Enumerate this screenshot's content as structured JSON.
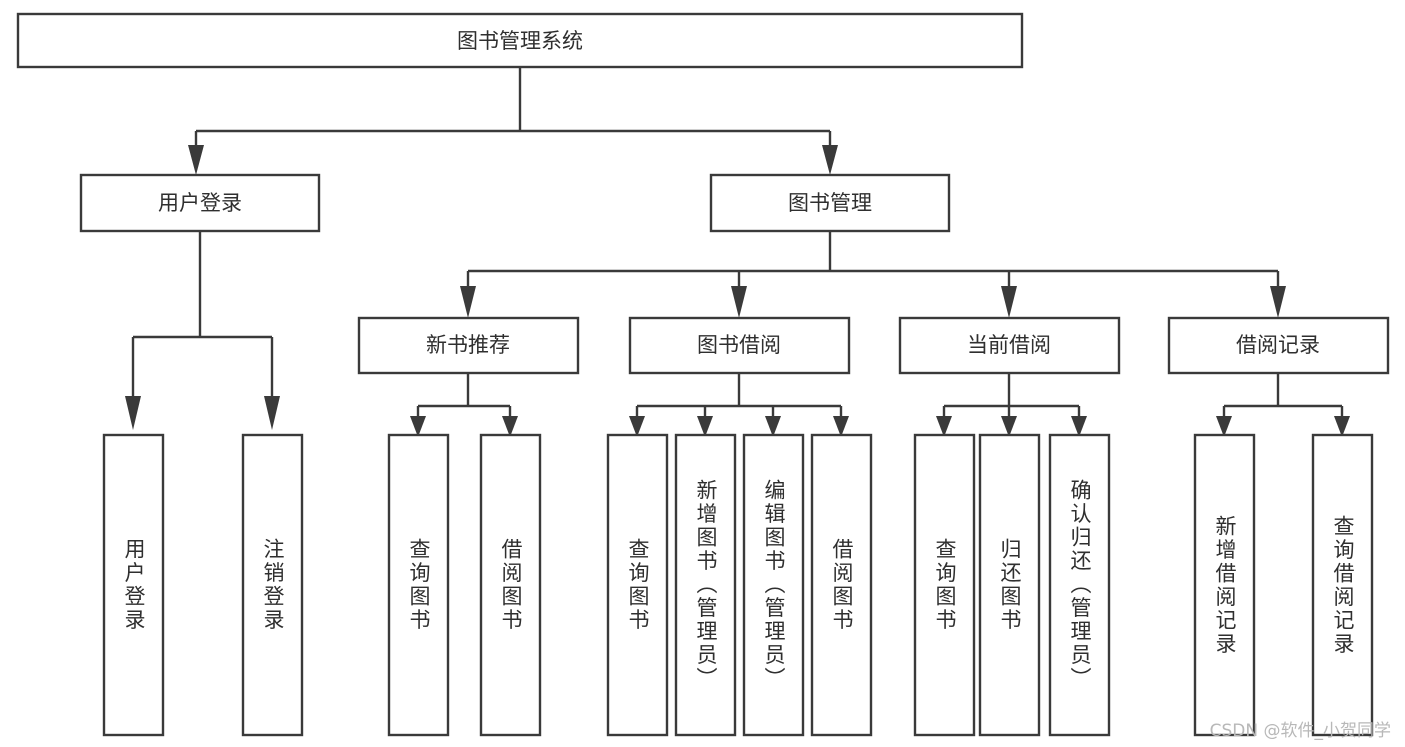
{
  "diagram": {
    "title": "图书管理系统",
    "type": "tree-hierarchy",
    "root": {
      "id": "root",
      "label": "图书管理系统"
    },
    "level2": [
      {
        "id": "user-login",
        "label": "用户登录"
      },
      {
        "id": "book-management",
        "label": "图书管理"
      }
    ],
    "level3": [
      {
        "id": "new-book-recommend",
        "label": "新书推荐",
        "parent": "book-management"
      },
      {
        "id": "book-borrow",
        "label": "图书借阅",
        "parent": "book-management"
      },
      {
        "id": "current-borrow",
        "label": "当前借阅",
        "parent": "book-management"
      },
      {
        "id": "borrow-record",
        "label": "借阅记录",
        "parent": "book-management"
      }
    ],
    "leaves": {
      "user-login": [
        {
          "id": "leaf-user-login",
          "label": "用户登录"
        },
        {
          "id": "leaf-user-logout",
          "label": "注销登录"
        }
      ],
      "new-book-recommend": [
        {
          "id": "leaf-query-book-1",
          "label": "查询图书"
        },
        {
          "id": "leaf-borrow-book-1",
          "label": "借阅图书"
        }
      ],
      "book-borrow": [
        {
          "id": "leaf-query-book-2",
          "label": "查询图书"
        },
        {
          "id": "leaf-add-book",
          "label": "新增图书（管理员）"
        },
        {
          "id": "leaf-edit-book",
          "label": "编辑图书（管理员）"
        },
        {
          "id": "leaf-borrow-book-2",
          "label": "借阅图书"
        }
      ],
      "current-borrow": [
        {
          "id": "leaf-query-book-3",
          "label": "查询图书"
        },
        {
          "id": "leaf-return-book",
          "label": "归还图书"
        },
        {
          "id": "leaf-confirm-return",
          "label": "确认归还（管理员）"
        }
      ],
      "borrow-record": [
        {
          "id": "leaf-add-record",
          "label": "新增借阅记录"
        },
        {
          "id": "leaf-query-record",
          "label": "查询借阅记录"
        }
      ]
    }
  },
  "watermark": {
    "text": "CSDN @软件_小贺同学"
  },
  "colors": {
    "stroke": "#3a3a3a",
    "fill": "#ffffff",
    "text": "#2f2f2f",
    "watermark": "#b8b8b8",
    "background": "#ffffff"
  }
}
